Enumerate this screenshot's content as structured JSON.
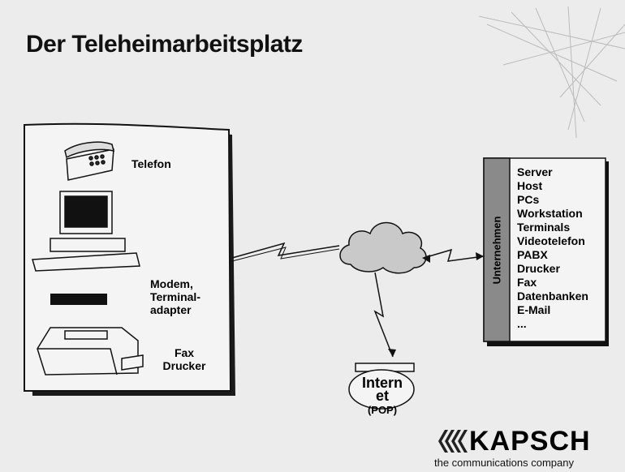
{
  "title": "Der Teleheimarbeitsplatz",
  "home": {
    "telefon": "Telefon",
    "modem_line1": "Modem,",
    "modem_line2": "Terminal-",
    "modem_line3": "adapter",
    "fax_line1": "Fax",
    "fax_line2": "Drucker"
  },
  "company": {
    "vertical_label": "Unternehmen",
    "items": [
      "Server",
      "Host",
      "PCs",
      "Workstation",
      "Terminals",
      "Videotelefon",
      "PABX",
      "Drucker",
      "Fax",
      "Datenbanken",
      "E-Mail",
      "..."
    ]
  },
  "internet": {
    "line1": "Intern",
    "line2": "et",
    "line3": "(POP)"
  },
  "brand": {
    "logo_text": "KAPSCH",
    "tagline": "the communications company"
  }
}
